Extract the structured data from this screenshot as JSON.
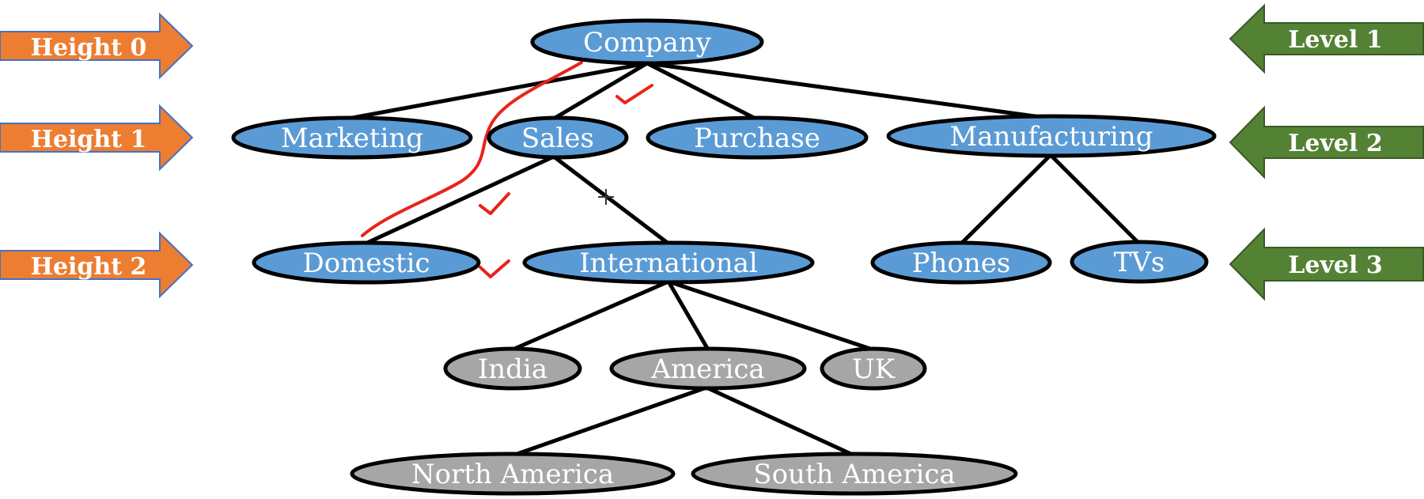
{
  "diagram": {
    "nodes": {
      "company": "Company",
      "marketing": "Marketing",
      "sales": "Sales",
      "purchase": "Purchase",
      "manufacturing": "Manufacturing",
      "domestic": "Domestic",
      "international": "International",
      "phones": "Phones",
      "tvs": "TVs",
      "india": "India",
      "america": "America",
      "uk": "UK",
      "north_america": "North America",
      "south_america": "South America"
    },
    "height_labels": [
      "Height 0",
      "Height 1",
      "Height 2"
    ],
    "level_labels": [
      "Level 1",
      "Level 2",
      "Level 3"
    ],
    "colors": {
      "primary_node": "#5b9bd5",
      "secondary_node": "#a6a6a6",
      "height_arrow": "#ed7d31",
      "level_arrow": "#548235",
      "annotation": "#e8231b"
    }
  }
}
